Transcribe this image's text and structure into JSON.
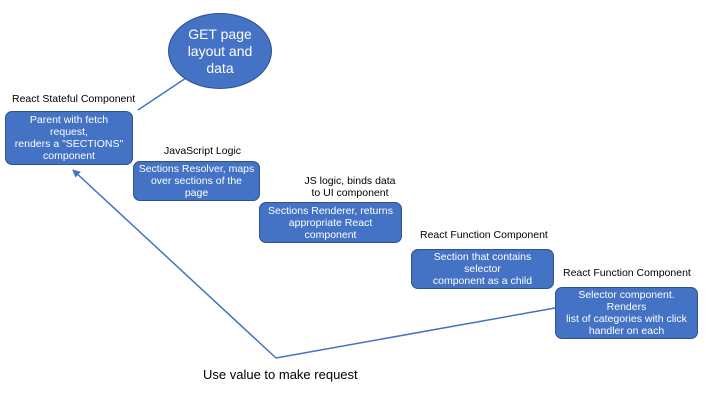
{
  "nodes": {
    "get_layout": "GET page\nlayout and\ndata",
    "parent": "Parent with fetch request,\nrenders a \"SECTIONS\"\ncomponent",
    "resolver": "Sections Resolver, maps\nover sections of the page",
    "renderer": "Sections Renderer, returns\nappropriate React component",
    "section": "Section that contains selector\ncomponent as a child",
    "selector": "Selector component. Renders\nlist of categories with click\nhandler on each"
  },
  "labels": {
    "parent": "React Stateful Component",
    "resolver": "JavaScript Logic",
    "renderer": "JS logic, binds data\nto UI component",
    "section": "React Function Component",
    "selector": "React Function Component"
  },
  "edge_label": "Use value to make request",
  "colors": {
    "node_fill": "#4472C4",
    "node_border": "#2F528F",
    "arrow": "#4472C4"
  }
}
